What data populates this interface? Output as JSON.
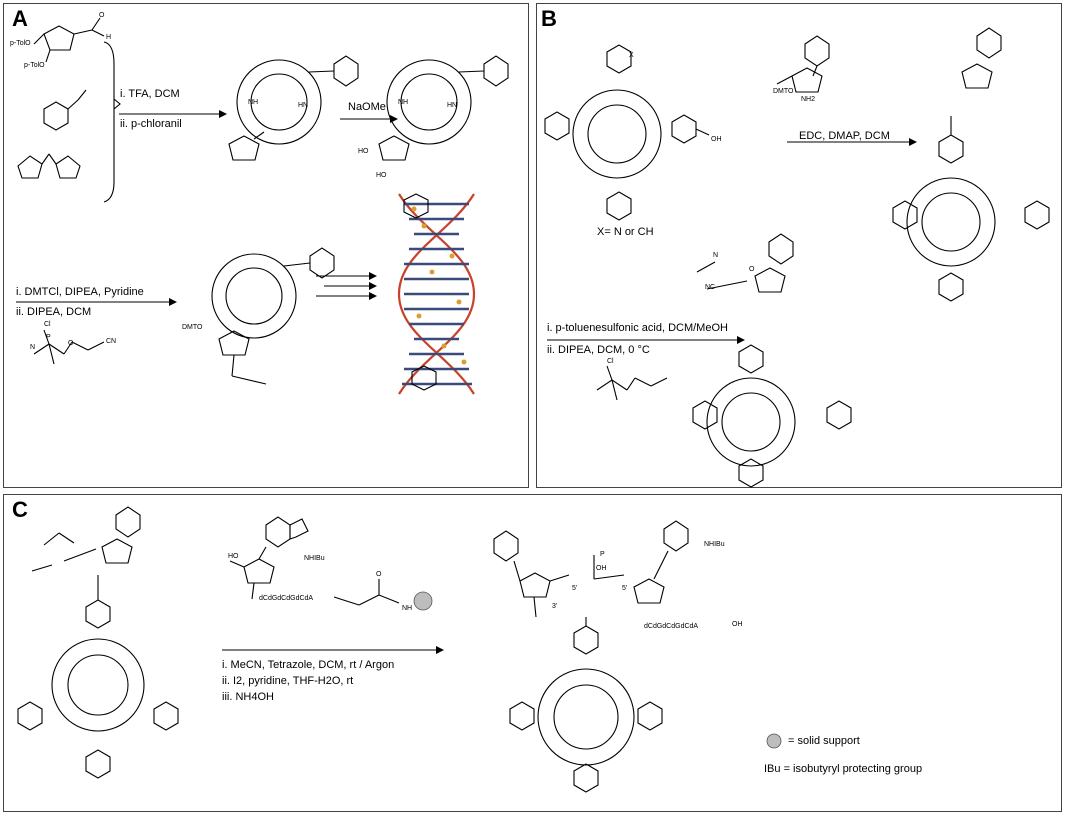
{
  "panels": {
    "a": {
      "label": "A",
      "conditions_1": [
        "i. TFA, DCM",
        "ii. p-chloranil"
      ],
      "conditions_2": "NaOMe",
      "conditions_3": [
        "i. DMTCl, DIPEA, Pyridine",
        "ii. DIPEA, DCM"
      ],
      "atom_labels": [
        "p-TolO",
        "p-TolO",
        "H",
        "O",
        "NH",
        "HN",
        "HN",
        "NH",
        "HO",
        "HO",
        "DMTO",
        "Cl",
        "P",
        "O",
        "N",
        "CN"
      ]
    },
    "b": {
      "label": "B",
      "conditions_1": "EDC, DMAP, DCM",
      "x_definition": "X= N or CH",
      "conditions_2": [
        "i. p-toluenesulfonic acid, DCM/MeOH",
        "ii. DIPEA, DCM, 0 °C"
      ],
      "atom_labels": [
        "X",
        "OH",
        "DMTO",
        "NH2",
        "O",
        "N",
        "NC",
        "Cl"
      ]
    },
    "c": {
      "label": "C",
      "nucleoside_labels": [
        "NHIBu",
        "HO",
        "dCdGdCdGdCdA",
        "O",
        "NH"
      ],
      "conditions": [
        "i. MeCN, Tetrazole, DCM, rt / Argon",
        "ii. I2, pyridine, THF-H2O, rt",
        "iii. NH4OH"
      ],
      "product_labels": [
        "5'",
        "3'",
        "5'",
        "OH",
        "P",
        "NHIBu",
        "dCdGdCdGdCdA",
        "OH"
      ],
      "legend_support": "= solid support",
      "legend_ibu": "IBu = isobutyryl protecting group"
    }
  },
  "colors": {
    "border": "#444444",
    "sphere": "#bdbdbd",
    "dna_backbone": "#c8412a",
    "dna_base": "#3a4a7a"
  }
}
